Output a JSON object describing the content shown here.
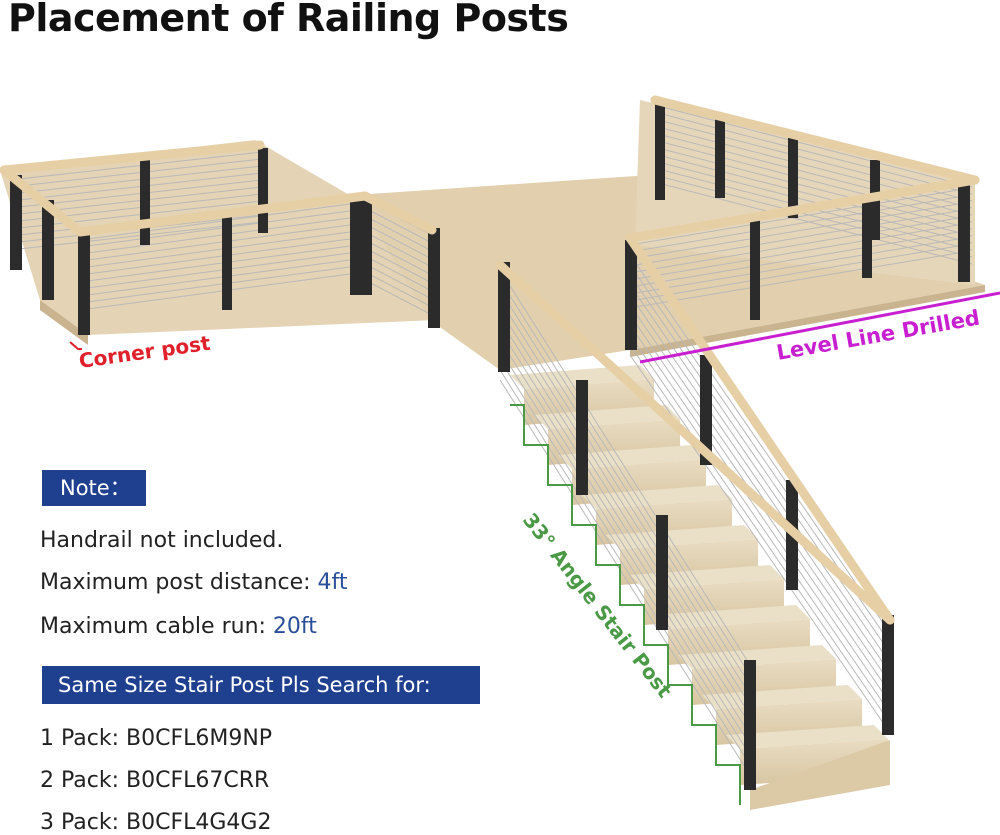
{
  "title": "Placement of Railing Posts",
  "annotations": {
    "corner_post": "Corner post",
    "level_line": "Level Line Drilled",
    "stair_angle": "33° Angle Stair Post"
  },
  "note": {
    "label": "Note：",
    "lines": [
      {
        "text": "Handrail not included.",
        "value": ""
      },
      {
        "text": "Maximum post distance: ",
        "value": "4ft"
      },
      {
        "text": "Maximum cable run: ",
        "value": "20ft"
      }
    ]
  },
  "search": {
    "label": "Same Size Stair Post Pls Search for:",
    "packs": [
      "1 Pack: B0CFL6M9NP",
      "2 Pack: B0CFL67CRR",
      "3 Pack: B0CFL4G4G2"
    ]
  },
  "colors": {
    "deck": "#e4d3b4",
    "post": "#2b2b2b",
    "rail": "#e6cfa5",
    "corner": "#e0202a",
    "level": "#c81fd0",
    "angle": "#4a9a45",
    "note_box": "#1f3f8f"
  }
}
